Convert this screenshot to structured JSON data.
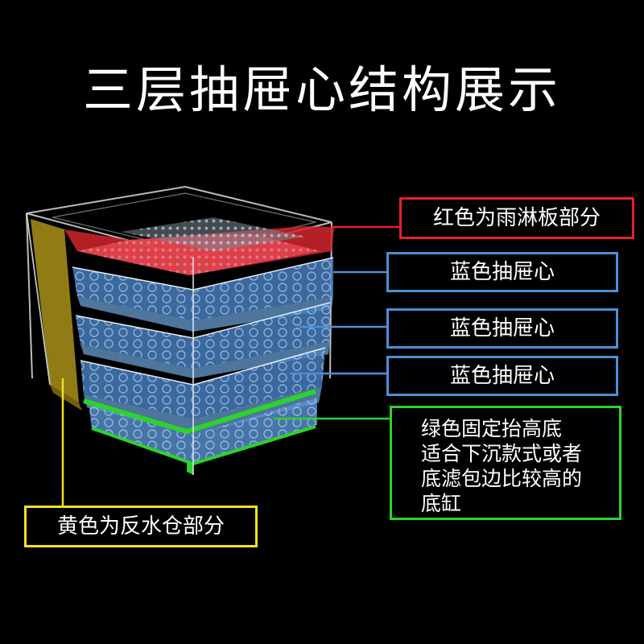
{
  "title": "三层抽屉心结构展示",
  "labels": {
    "red": "红色为雨淋板部分",
    "blue1": "蓝色抽屉心",
    "blue2": "蓝色抽屉心",
    "blue3": "蓝色抽屉心",
    "green": [
      "绿色固定抬高底",
      "适合下沉款式或者",
      "底滤包边比较高的",
      "底缸"
    ],
    "yellow": "黄色为反水仓部分"
  },
  "colors": {
    "red": "#e8202a",
    "blue": "#4a90d9",
    "green": "#2bd42b",
    "yellow": "#f0e21c",
    "background": "#000000"
  }
}
